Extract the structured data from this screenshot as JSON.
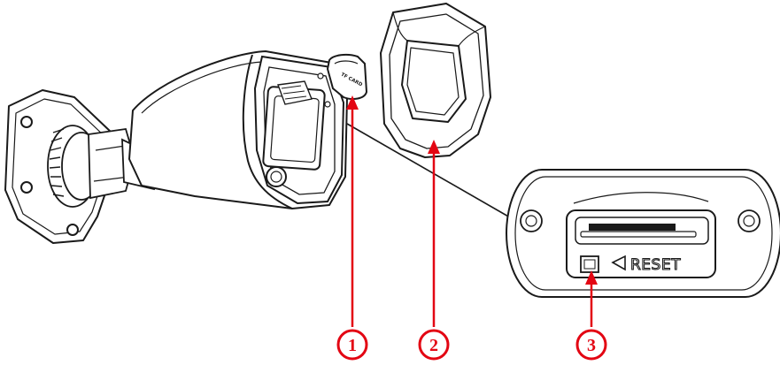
{
  "diagram": {
    "callouts": [
      {
        "id": "1",
        "label": "1"
      },
      {
        "id": "2",
        "label": "2"
      },
      {
        "id": "3",
        "label": "3"
      }
    ],
    "reset_label": "RESET",
    "cap_label": "TF CARD",
    "colors": {
      "line": "#1a1a1a",
      "callout": "#e30613",
      "background": "#ffffff"
    },
    "icons": {
      "reset_arrow": "triangle-left-icon"
    }
  }
}
